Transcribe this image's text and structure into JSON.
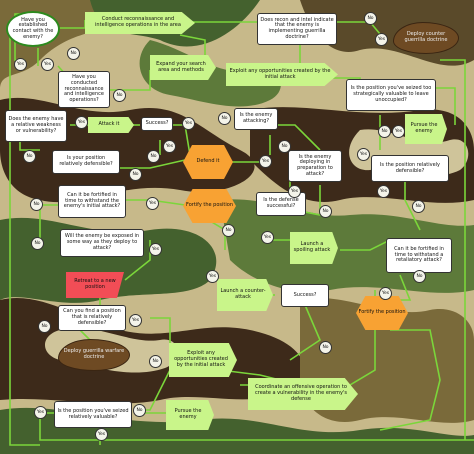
{
  "nodes": {
    "established_contact": "Have you established contact with the enemy?",
    "conduct_recon": "Conduct reconnaissance and intelligence operations in the area",
    "recon_indicate": "Does recon and intel indicate that the enemy is implementing guerrilla doctrine?",
    "deploy_counter_guerrilla": "Deploy counter guerrilla doctrine",
    "have_conducted_recon": "Have you conducted reconnaissance and intelligence operations?",
    "expand_search": "Expand your search area and methods",
    "exploit_initial_1": "Exploit any opportunities created by the initial attack",
    "position_seized_strategic": "Is the position you've seized too strategically valuable to leave unoccupied?",
    "enemy_weakness": "Does the enemy have a relative weakness or vulnerability?",
    "attack_it": "Attack it",
    "success_1": "Success?",
    "enemy_attacking": "Is the enemy attacking?",
    "pursue_enemy_1": "Pursue the enemy",
    "position_defensible_1": "Is your position relatively defensible?",
    "defend_it": "Defend it",
    "enemy_deploying": "Is the enemy deploying in preparation to attack?",
    "position_defensible_2": "Is the position relatively defensible?",
    "fortify_in_time_1": "Can it be fortified in time to withstand the enemy's initial attack?",
    "fortify_position_1": "Fortify the position",
    "defense_successful": "Is the defense successful?",
    "enemy_exposed": "Will the enemy be exposed in some way as they deploy to attack?",
    "launch_spoiling": "Launch a spoiling attack",
    "fortify_in_time_2": "Can it be fortified in time to withstand a retaliatory attack?",
    "retreat": "Retreat to a new position",
    "launch_counter": "Launch a counter-attack",
    "success_2": "Success?",
    "find_position": "Can you find a position that is relatively defensible?",
    "fortify_position_2": "Fortify the position",
    "deploy_guerrilla": "Deploy guerrilla warfare doctrine",
    "exploit_initial_2": "Exploit any opportunities created by the initial attack",
    "coordinate_offensive": "Coordinate an offensive operation to create a vulnerability in the enemy's defense",
    "position_seized_valuable": "Is the position you've seized relatively valuable?",
    "pursue_enemy_2": "Pursue the enemy"
  },
  "labels": {
    "yes": "Yes",
    "no": "No"
  },
  "colors": {
    "rect": "#ffffff",
    "action": "#c9f58a",
    "hex": "#f8a233",
    "doctrine": "#6e4a23",
    "retreat": "#f24d56",
    "arrow": "#7bd63a",
    "start_border": "#2d8a1e"
  }
}
